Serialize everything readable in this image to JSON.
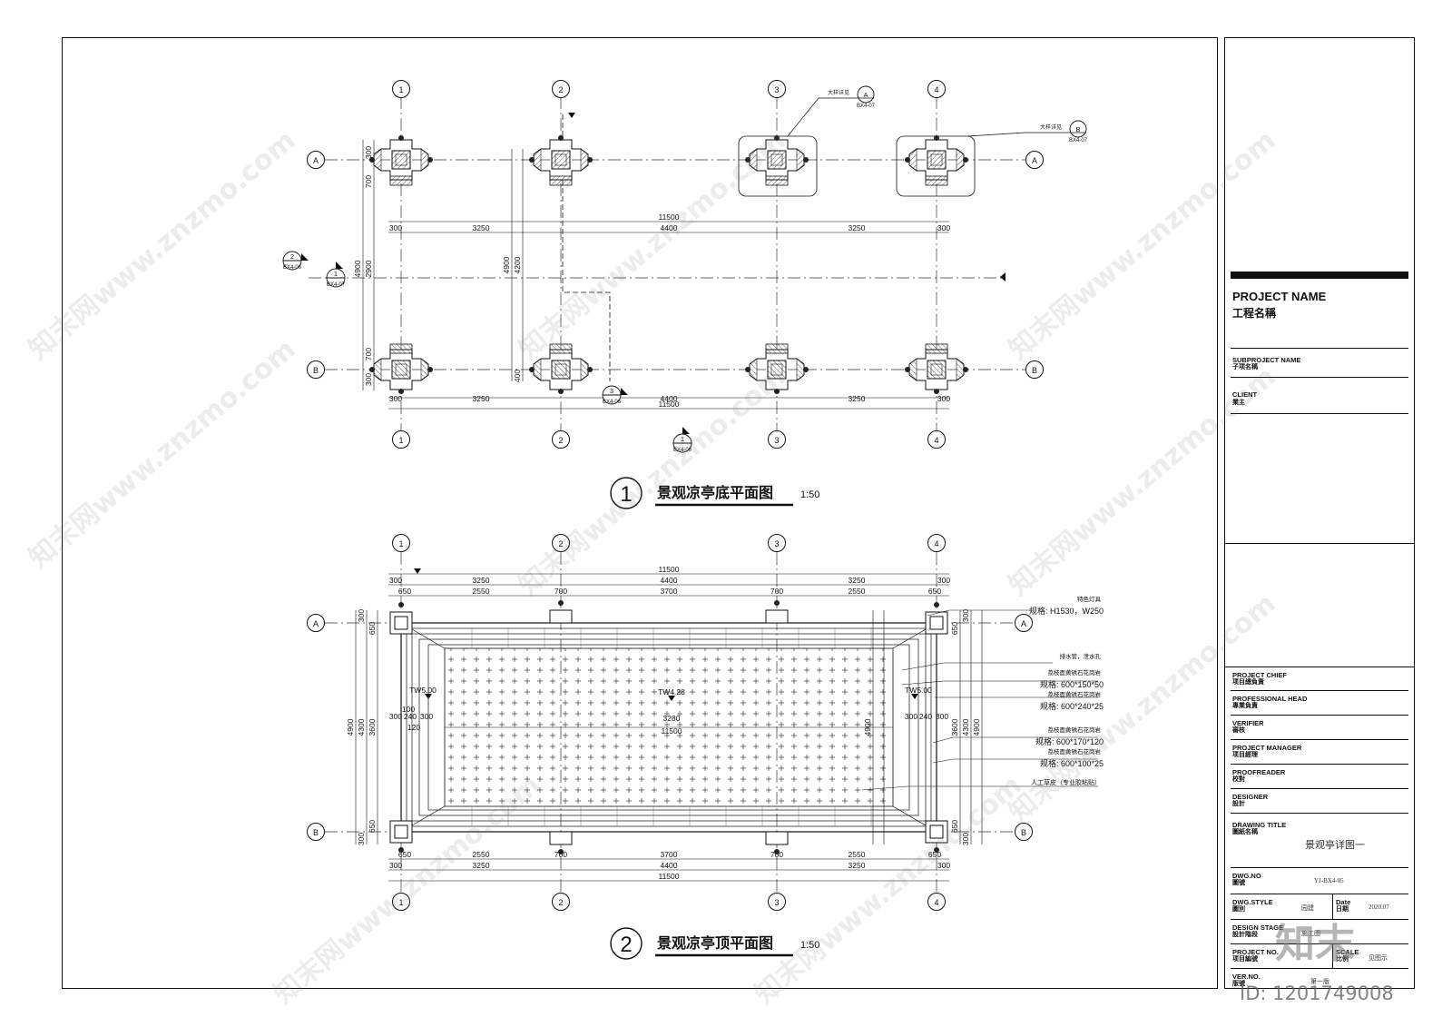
{
  "plan_top": {
    "title": "景观凉亭底平面图",
    "number": "1",
    "scale": "1:50",
    "axes_cols": [
      "1",
      "2",
      "3",
      "4"
    ],
    "axes_rows": [
      "A",
      "B"
    ],
    "dims_total": "11500",
    "dims_bay": [
      "300",
      "3250",
      "4400",
      "3250",
      "300"
    ],
    "dims_left": [
      "300",
      "700",
      "2900",
      "4900"
    ],
    "dims_left2": [
      "4900",
      "4200",
      "400"
    ],
    "dims_left3": [
      "700",
      "300"
    ],
    "detail_a_text": "大样详见",
    "detail_a_letter": "A",
    "detail_a_ref": "BX4-07",
    "detail_b_text": "大样详见",
    "detail_b_letter": "B",
    "detail_b_ref": "BX4-07",
    "sec_left_num": "2",
    "sec_left_ref": "BX4-06",
    "sec_left2_num": "1",
    "sec_left2_ref": "BX4-07",
    "sec_mid_num": "3",
    "sec_mid_ref": "BX4-06",
    "sec_bot_num": "1",
    "sec_bot_ref": "BX4-06"
  },
  "plan_bottom": {
    "title": "景观凉亭顶平面图",
    "number": "2",
    "scale": "1:50",
    "dims_total": "11500",
    "dims_bay": [
      "300",
      "3250",
      "4400",
      "3250",
      "300"
    ],
    "dims_inner": [
      "650",
      "2550",
      "700",
      "3700",
      "700",
      "2550",
      "650"
    ],
    "dims_left": [
      "300",
      "650",
      "3600",
      "650",
      "300",
      "4300",
      "4900"
    ],
    "dims_right": [
      "300",
      "650",
      "3600",
      "650",
      "300",
      "4300",
      "4900"
    ],
    "inner_dims": [
      "300",
      "240",
      "300",
      "120",
      "100"
    ],
    "center_mark": "TW4.28",
    "left_mark": "TW5.00",
    "right_mark": "TW5.00",
    "center_dim1": "3280",
    "center_dim2": "11500",
    "center_vdim": "4900",
    "lamp_label": "特色灯具",
    "lamp_spec": "规格: H1530，W250",
    "drain_label": "排水管，泄水孔",
    "stone1_label": "荔枝面黄锈石花岗岩",
    "stone1_spec": "规格: 600*150*50",
    "stone2_label": "荔枝面黄锈石花岗岩",
    "stone2_spec": "规格: 600*240*25",
    "stone3_label": "荔枝面黄锈石花岗岩",
    "stone3_spec": "规格: 600*170*120",
    "stone4_label": "荔枝面黄锈石花岗岩",
    "stone4_spec": "规格: 600*100*25",
    "turf_label": "人工草皮（专业胶粘贴）"
  },
  "title_block": {
    "project_name_en": "PROJECT NAME",
    "project_name_cn": "工程名稱",
    "subproject_en": "SUBPROJECT NAME",
    "subproject_cn": "子项名稱",
    "client_en": "CLIENT",
    "client_cn": "業主",
    "chief_en": "PROJECT CHIEF",
    "chief_cn": "项目總負責",
    "head_en": "PROFESSIONAL HEAD",
    "head_cn": "專業負責",
    "verifier_en": "VERIFIER",
    "verifier_cn": "審核",
    "manager_en": "PROJECT MANAGER",
    "manager_cn": "项目經理",
    "proof_en": "PROOFREADER",
    "proof_cn": "校對",
    "designer_en": "DESIGNER",
    "designer_cn": "設計",
    "drawing_title_en": "DRAWING TITLE",
    "drawing_title_cn": "圖紙名稱",
    "drawing_title_value": "景观亭详图一",
    "dwg_no_en": "DWG.NO",
    "dwg_no_cn": "圖號",
    "dwg_no_value": "YJ-BX4-05",
    "dwg_style_en": "DWG.STYLE",
    "dwg_style_cn": "圖別",
    "dwg_style_value": "园建",
    "date_en": "Date",
    "date_cn": "日期",
    "date_value": "2020.07",
    "stage_en": "DESIGN STAGE",
    "stage_cn": "設計階段",
    "stage_value": "施工图",
    "pno_en": "PROJECT NO.",
    "pno_cn": "项目編號",
    "scale_en": "SCALE",
    "scale_cn": "比例",
    "scale_value": "见图示",
    "ver_en": "VER.NO.",
    "ver_cn": "版號",
    "page_value": "第一版"
  },
  "watermark": {
    "text": "知末网www.znzmo.com",
    "brand": "知末",
    "id": "ID: 1201749008"
  }
}
